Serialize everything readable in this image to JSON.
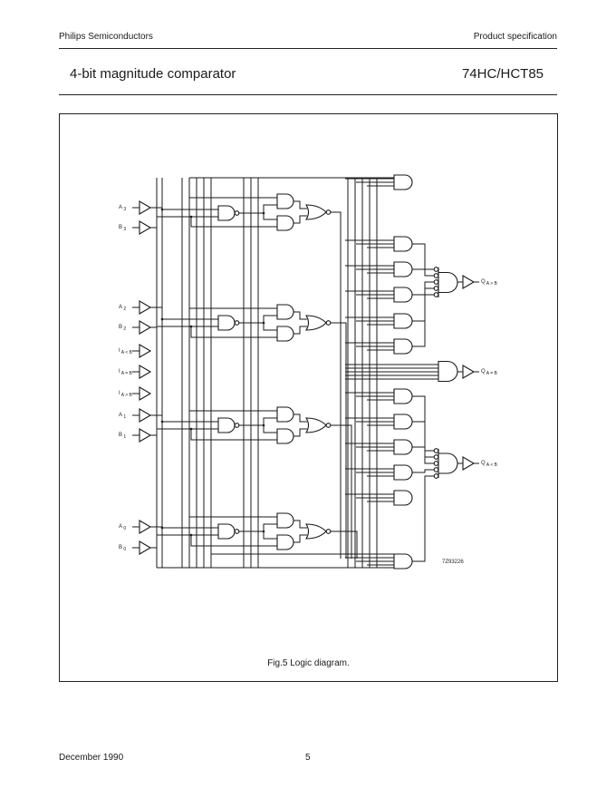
{
  "header": {
    "company": "Philips Semiconductors",
    "doc_type": "Product specification",
    "title": "4-bit magnitude comparator",
    "part_number": "74HC/HCT85"
  },
  "figure": {
    "caption": "Fig.5  Logic diagram.",
    "drawing_code": "7Z93226",
    "inputs": [
      {
        "label": "A3",
        "main": "A",
        "sub": "3"
      },
      {
        "label": "B3",
        "main": "B",
        "sub": "3"
      },
      {
        "label": "A2",
        "main": "A",
        "sub": "2"
      },
      {
        "label": "B2",
        "main": "B",
        "sub": "2"
      },
      {
        "label": "IA<B",
        "main": "I",
        "sub": "A < B"
      },
      {
        "label": "IA=B",
        "main": "I",
        "sub": "A = B"
      },
      {
        "label": "IA>B",
        "main": "I",
        "sub": "A > B"
      },
      {
        "label": "A1",
        "main": "A",
        "sub": "1"
      },
      {
        "label": "B1",
        "main": "B",
        "sub": "1"
      },
      {
        "label": "A0",
        "main": "A",
        "sub": "0"
      },
      {
        "label": "B0",
        "main": "B",
        "sub": "0"
      }
    ],
    "outputs": [
      {
        "label": "QA>B",
        "main": "Q",
        "sub": "A > B"
      },
      {
        "label": "QA=B",
        "main": "Q",
        "sub": "A = B"
      },
      {
        "label": "QA<B",
        "main": "Q",
        "sub": "A < B"
      }
    ]
  },
  "footer": {
    "date": "December 1990",
    "page": "5"
  }
}
